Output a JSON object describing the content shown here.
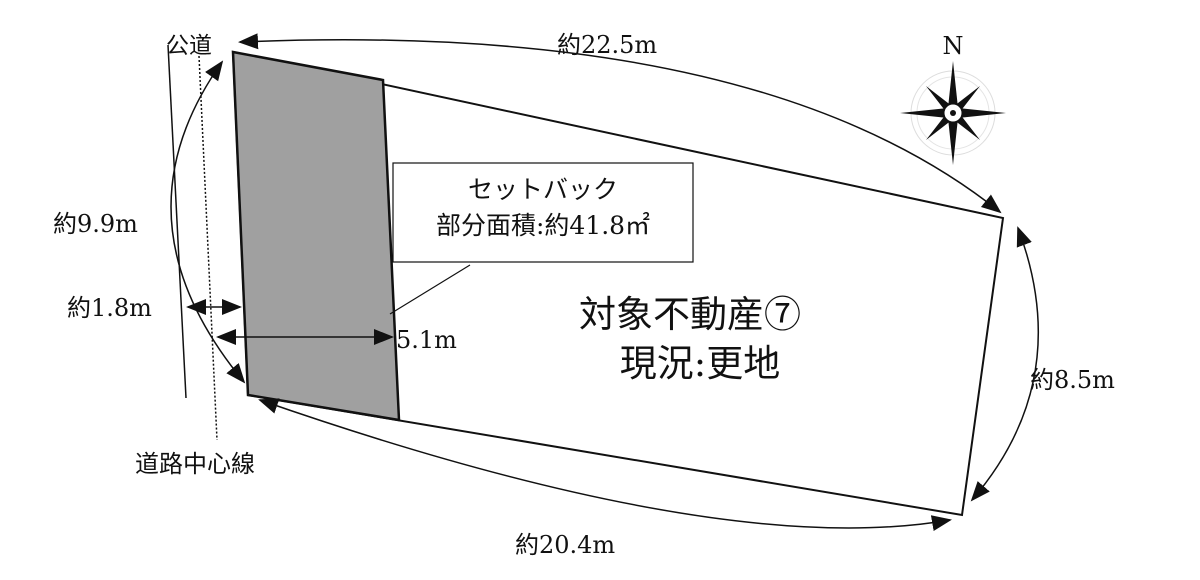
{
  "labels": {
    "public_road": "公道",
    "road_centerline": "道路中心線",
    "top_length": "約22.5m",
    "bottom_length": "約20.4m",
    "left_length": "約9.9m",
    "right_length": "約8.5m",
    "road_half_width": "約1.8m",
    "setback_width": "5.1m",
    "setback_title": "セットバック",
    "setback_area": "部分面積:約41.8㎡",
    "property_name": "対象不動産⑦",
    "property_status": "現況:更地",
    "north": "N"
  },
  "colors": {
    "setback_fill": "#a0a0a0",
    "line": "#111111"
  }
}
